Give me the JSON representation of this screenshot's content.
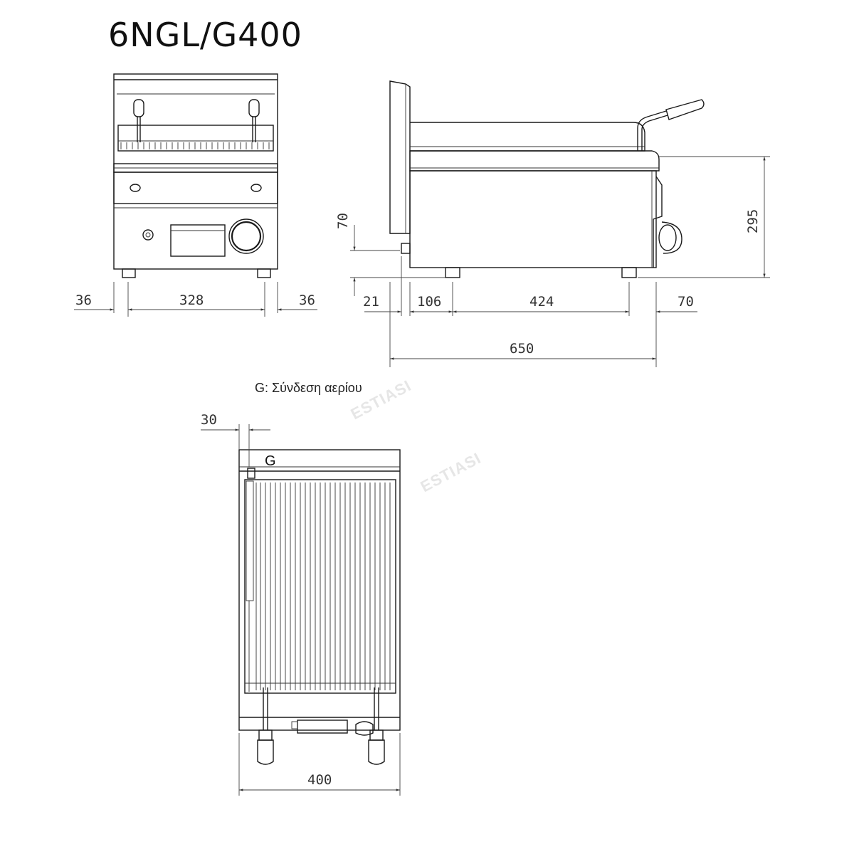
{
  "title": "6NGL/G400",
  "legend_text": "G: Σύνδεση αερίου",
  "gas_label": "G",
  "watermark": "ESTIASI",
  "dimensions": {
    "front_left_margin": "36",
    "front_width": "328",
    "front_right_margin": "36",
    "side_gas_height": "70",
    "side_height": "295",
    "side_back_offset": "21",
    "side_foot_offset": "106",
    "side_foot_span": "424",
    "side_front_overhang": "70",
    "side_total_depth": "650",
    "top_gas_offset": "30",
    "top_width": "400"
  }
}
